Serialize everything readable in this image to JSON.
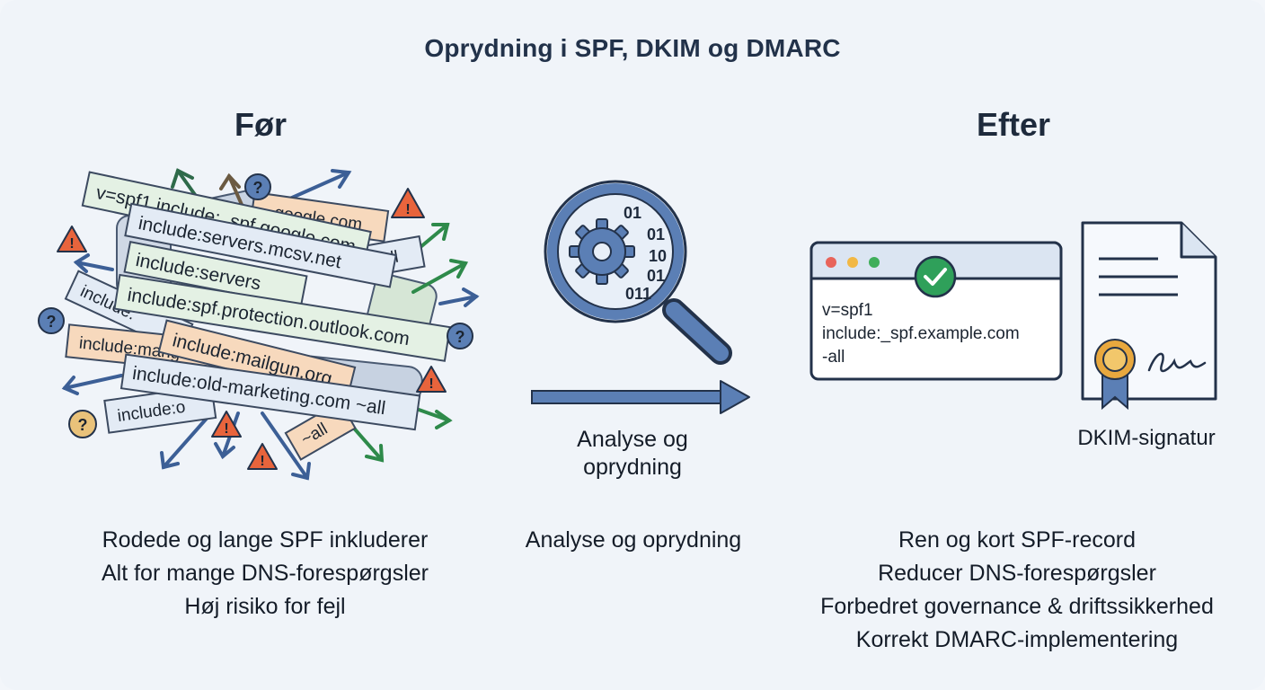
{
  "title": "Oprydning i SPF, DKIM og DMARC",
  "before": {
    "heading": "Før",
    "strips": [
      "v=spf1 include:_spf.google.com",
      "include:servers.mcsv.net",
      "include:servers",
      "include:spf.protection.outlook.com",
      "include:mailgun.org",
      "include:old-marketing.com ~all",
      "google.com",
      "~all",
      "include:",
      "include:mang",
      "include:o",
      "~all"
    ],
    "bullets": [
      "Rodede og lange SPF inkluderer",
      "Alt for mange DNS-forespørgsler",
      "Høj risiko for fejl"
    ]
  },
  "middle": {
    "arrow_label": "Analyse og oprydning",
    "binary": [
      "01",
      "01",
      "10",
      "01",
      "011"
    ],
    "bullets": [
      "Analyse og oprydning"
    ]
  },
  "after": {
    "heading": "Efter",
    "record_lines": [
      "v=spf1",
      "include:_spf.example.com",
      "-all"
    ],
    "dkim_label": "DKIM-signatur",
    "bullets": [
      "Ren og kort SPF-record",
      "Reducer DNS-forespørgsler",
      "Forbedret governance & driftssikkerhed",
      "Korrekt DMARC-implementering"
    ]
  },
  "colors": {
    "blue_accent": "#4a6fa5",
    "green_check": "#2fa05a",
    "warning": "#e8643c",
    "strip_green": "#e4f1e4",
    "strip_orange": "#f7d9bd",
    "strip_blue": "#e3ebf5"
  }
}
